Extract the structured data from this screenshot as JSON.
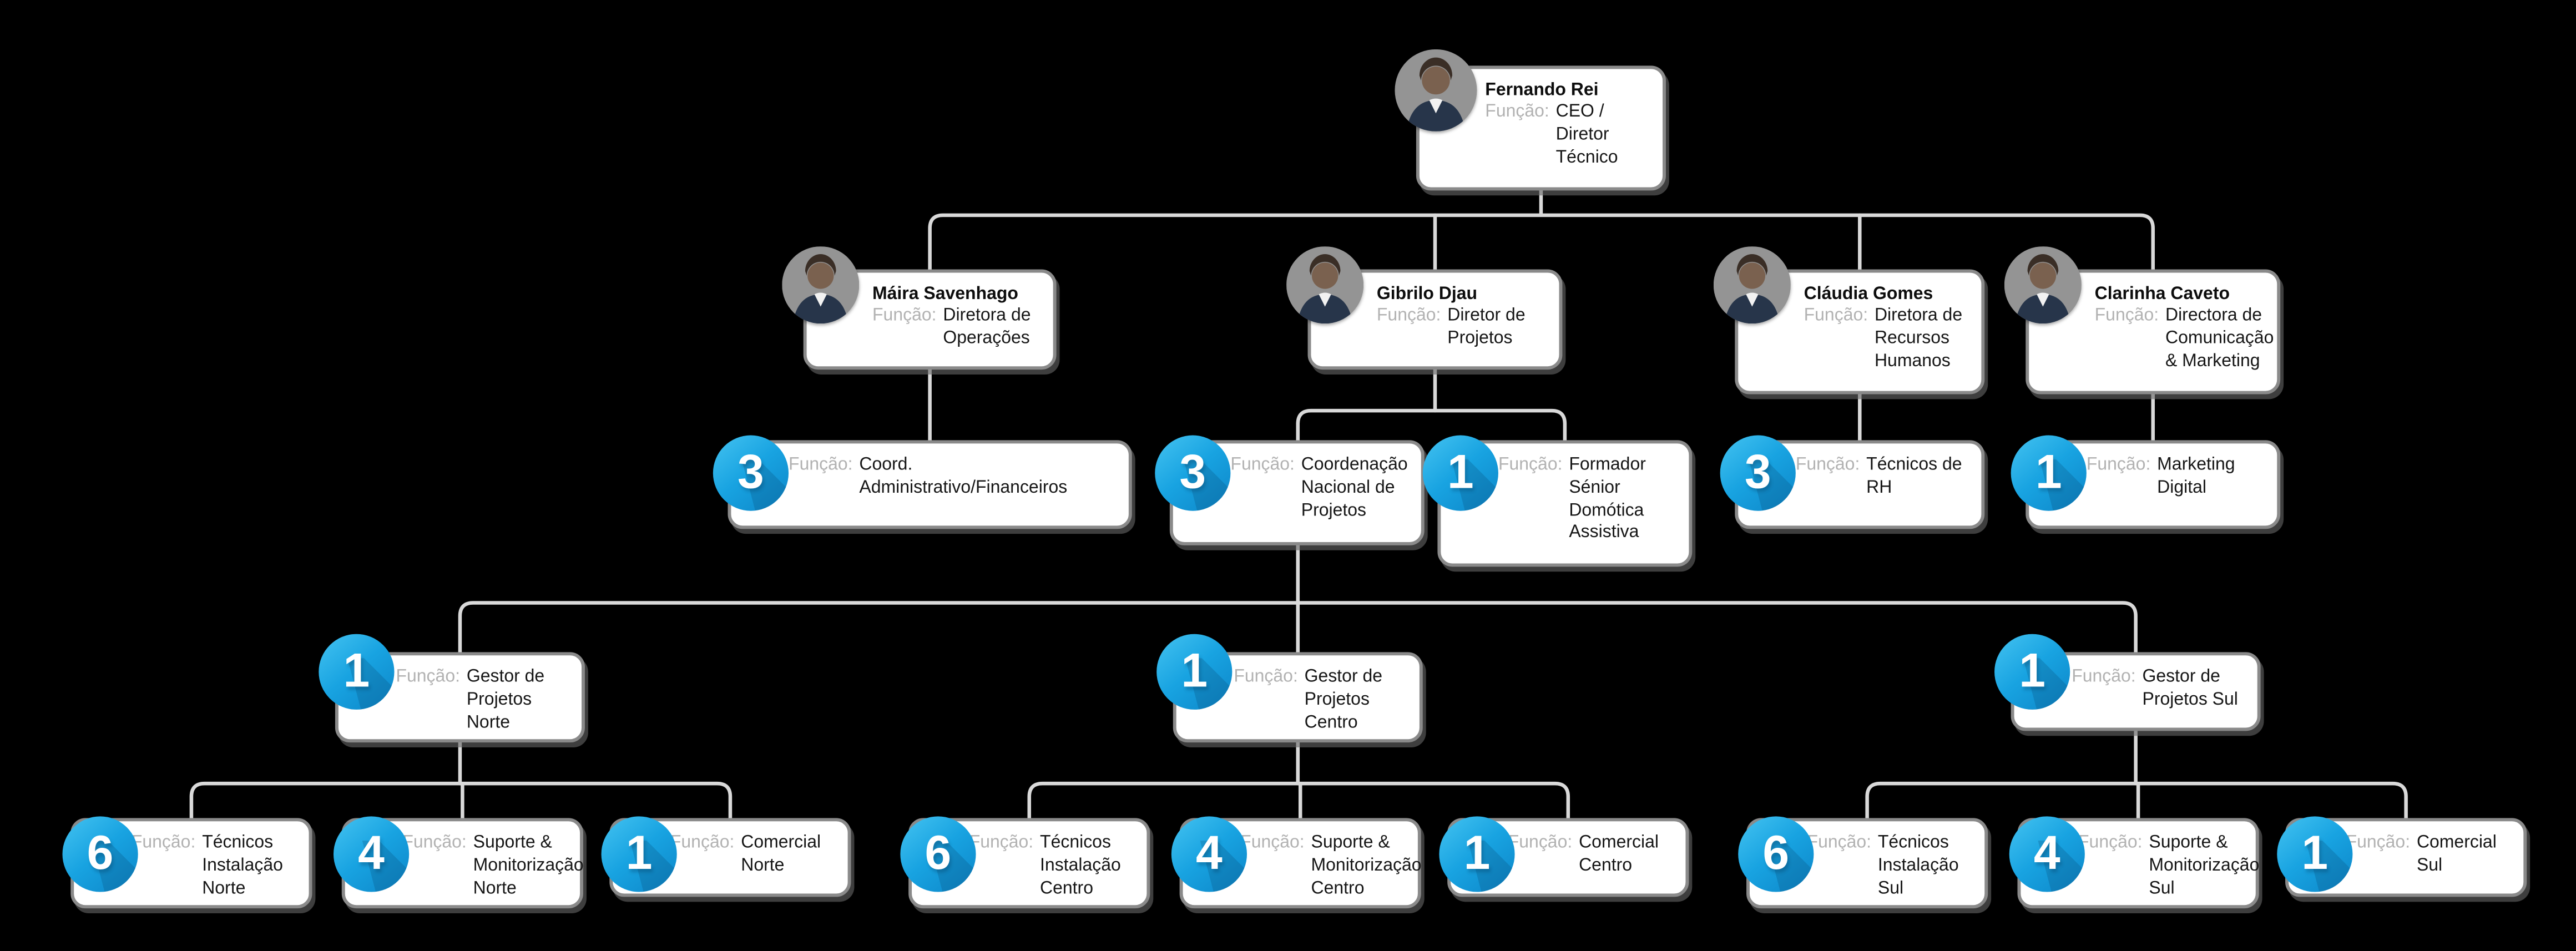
{
  "labels": {
    "funcao": "Função:"
  },
  "colors": {
    "background": "#000000",
    "badge_blue": "#18a3e1",
    "badge_blue_dark": "#0d86c8",
    "connector_gray": "#d9d9d9",
    "card_border_gray": "#8a8a8a",
    "funcao_label_gray": "#b2b2b2"
  },
  "nodes": [
    {
      "id": "ceo",
      "kind": "person",
      "name": "Fernando Rei",
      "role": "CEO /\nDiretor\nTécnico"
    },
    {
      "id": "maira",
      "kind": "person",
      "name": "Máira Savenhago",
      "role": "Diretora de\nOperações"
    },
    {
      "id": "gibrilo",
      "kind": "person",
      "name": "Gibrilo Djau",
      "role": "Diretor de\nProjetos"
    },
    {
      "id": "claudia",
      "kind": "person",
      "name": "Cláudia Gomes",
      "role": "Diretora de\nRecursos\nHumanos"
    },
    {
      "id": "clarinha",
      "kind": "person",
      "name": "Clarinha Caveto",
      "role": "Directora de\nComunicação\n& Marketing"
    },
    {
      "id": "coord-admin",
      "kind": "count",
      "count": "3",
      "role": "Coord.\nAdministrativo/Financeiros"
    },
    {
      "id": "coord-nacional",
      "kind": "count",
      "count": "3",
      "role": "Coordenação\nNacional de\nProjetos"
    },
    {
      "id": "formador",
      "kind": "count",
      "count": "1",
      "role": "Formador\nSénior\nDomótica\nAssistiva"
    },
    {
      "id": "tecnicos-rh",
      "kind": "count",
      "count": "3",
      "role": "Técnicos de\nRH"
    },
    {
      "id": "marketing-digital",
      "kind": "count",
      "count": "1",
      "role": "Marketing\nDigital"
    },
    {
      "id": "gestor-norte",
      "kind": "count",
      "count": "1",
      "role": "Gestor de\nProjetos\nNorte"
    },
    {
      "id": "gestor-centro",
      "kind": "count",
      "count": "1",
      "role": "Gestor de\nProjetos\nCentro"
    },
    {
      "id": "gestor-sul",
      "kind": "count",
      "count": "1",
      "role": "Gestor de\nProjetos Sul"
    },
    {
      "id": "tecnicos-norte",
      "kind": "count",
      "count": "6",
      "role": "Técnicos\nInstalação\nNorte"
    },
    {
      "id": "suporte-norte",
      "kind": "count",
      "count": "4",
      "role": "Suporte &\nMonitorização\nNorte"
    },
    {
      "id": "comercial-norte",
      "kind": "count",
      "count": "1",
      "role": "Comercial\nNorte"
    },
    {
      "id": "tecnicos-centro",
      "kind": "count",
      "count": "6",
      "role": "Técnicos\nInstalação\nCentro"
    },
    {
      "id": "suporte-centro",
      "kind": "count",
      "count": "4",
      "role": "Suporte &\nMonitorização\nCentro"
    },
    {
      "id": "comercial-centro",
      "kind": "count",
      "count": "1",
      "role": "Comercial\nCentro"
    },
    {
      "id": "tecnicos-sul",
      "kind": "count",
      "count": "6",
      "role": "Técnicos\nInstalação\nSul"
    },
    {
      "id": "suporte-sul",
      "kind": "count",
      "count": "4",
      "role": "Suporte &\nMonitorização\nSul"
    },
    {
      "id": "comercial-sul",
      "kind": "count",
      "count": "1",
      "role": "Comercial\nSul"
    }
  ]
}
